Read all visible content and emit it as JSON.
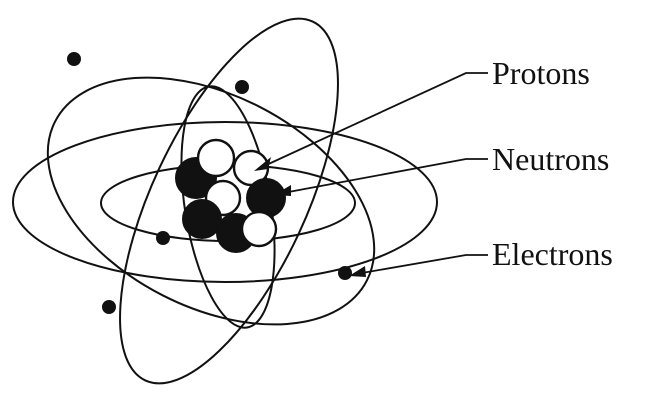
{
  "diagram": {
    "labels": {
      "protons": "Protons",
      "neutrons": "Neutrons",
      "electrons": "Electrons"
    },
    "colors": {
      "ink": "#111111",
      "proton_fill": "#ffffff",
      "background": "#ffffff"
    }
  }
}
